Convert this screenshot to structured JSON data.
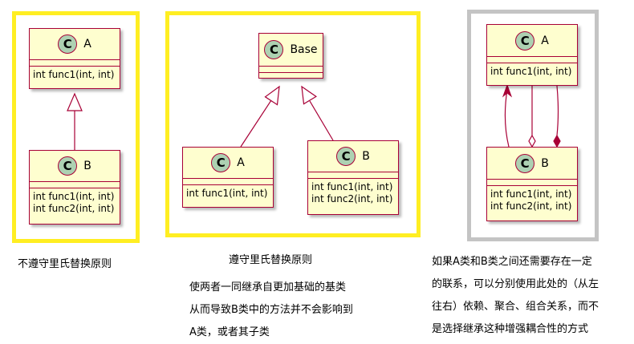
{
  "panel1": {
    "class_a": {
      "badge": "C",
      "name": "A",
      "methods": [
        "int func1(int, int)"
      ]
    },
    "class_b": {
      "badge": "C",
      "name": "B",
      "methods": [
        "int func1(int, int)",
        "int func2(int, int)"
      ]
    },
    "caption": "不遵守里氏替换原则"
  },
  "panel2": {
    "class_base": {
      "badge": "C",
      "name": "Base",
      "methods": []
    },
    "class_a": {
      "badge": "C",
      "name": "A",
      "methods": [
        "int func1(int, int)"
      ]
    },
    "class_b": {
      "badge": "C",
      "name": "B",
      "methods": [
        "int func1(int, int)",
        "int func2(int, int)"
      ]
    },
    "caption": "遵守里氏替换原则",
    "description": [
      "使两者一同继承自更加基础的基类",
      "从而导致B类中的方法并不会影响到",
      "A类，或者其子类"
    ]
  },
  "panel3": {
    "class_a": {
      "badge": "C",
      "name": "A",
      "methods": [
        "int func1(int, int)"
      ]
    },
    "class_b": {
      "badge": "C",
      "name": "B",
      "methods": [
        "int func1(int, int)",
        "int func2(int, int)"
      ]
    },
    "description": [
      "如果A类和B类之间还需要存在一定",
      "的联系，可以分别使用此处的（从左",
      "往右）依赖、聚合、组合关系，而不",
      "是选择继承这种增强耦合性的方式"
    ]
  },
  "colors": {
    "class_fill": "#fefecf",
    "class_border": "#a80036",
    "badge_fill": "#add1b2",
    "frame_yellow": "#ffee22",
    "frame_gray": "#c4c4c4"
  }
}
